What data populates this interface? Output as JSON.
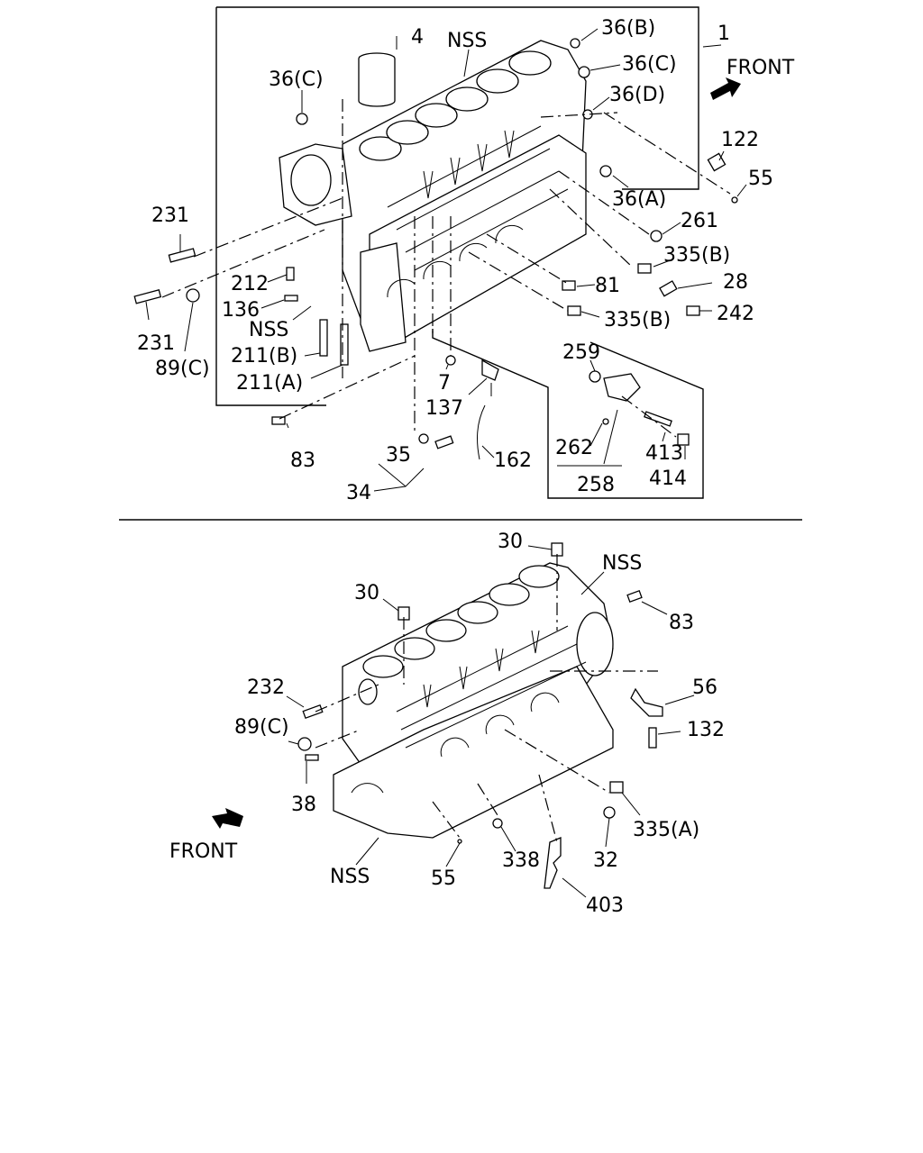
{
  "top_diagram": {
    "labels": {
      "l1": "1",
      "l4": "4",
      "nss_top": "NSS",
      "l36b": "36(B)",
      "l36c_r": "36(C)",
      "l36d": "36(D)",
      "l36c_l": "36(C)",
      "front": "FRONT",
      "l122": "122",
      "l55": "55",
      "l36a": "36(A)",
      "l261": "261",
      "l335b_1": "335(B)",
      "l28": "28",
      "l242": "242",
      "l81": "81",
      "l335b_2": "335(B)",
      "l231_a": "231",
      "l231_b": "231",
      "l212": "212",
      "l136": "136",
      "nss_mid": "NSS",
      "l211b": "211(B)",
      "l211a": "211(A)",
      "l89c": "89(C)",
      "l7": "7",
      "l137": "137",
      "l259": "259",
      "l262": "262",
      "l258": "258",
      "l413": "413",
      "l414": "414",
      "l162": "162",
      "l83": "83",
      "l35": "35",
      "l34": "34"
    }
  },
  "bottom_diagram": {
    "labels": {
      "l30_a": "30",
      "nss_top": "NSS",
      "l30_b": "30",
      "l83": "83",
      "l232": "232",
      "l56": "56",
      "l89c": "89(C)",
      "l132": "132",
      "l38": "38",
      "front": "FRONT",
      "l335a": "335(A)",
      "nss_bot": "NSS",
      "l55": "55",
      "l338": "338",
      "l32": "32",
      "l403": "403"
    }
  }
}
